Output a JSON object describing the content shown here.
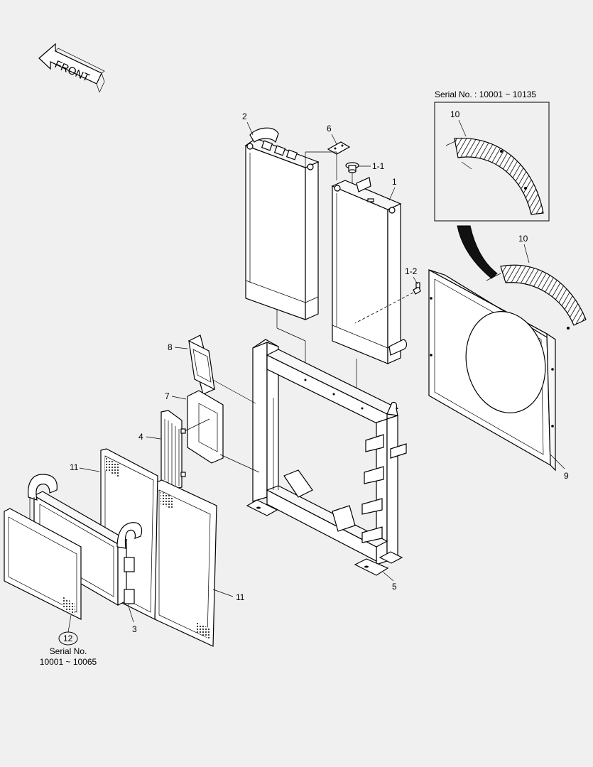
{
  "front_arrow": {
    "label": "FRONT"
  },
  "inset": {
    "serial_label": "Serial No. : 10001 ~ 10135"
  },
  "labels": {
    "p1": "1",
    "p1_1": "1-1",
    "p1_2": "1-2",
    "p2": "2",
    "p3": "3",
    "p4": "4",
    "p5": "5",
    "p6": "6",
    "p7": "7",
    "p8": "8",
    "p9": "9",
    "p10_inset": "10",
    "p10": "10",
    "p11_left": "11",
    "p11_right": "11",
    "p12": "12"
  },
  "serial_note": {
    "line1": "Serial No.",
    "line2": "10001 ~ 10065"
  }
}
